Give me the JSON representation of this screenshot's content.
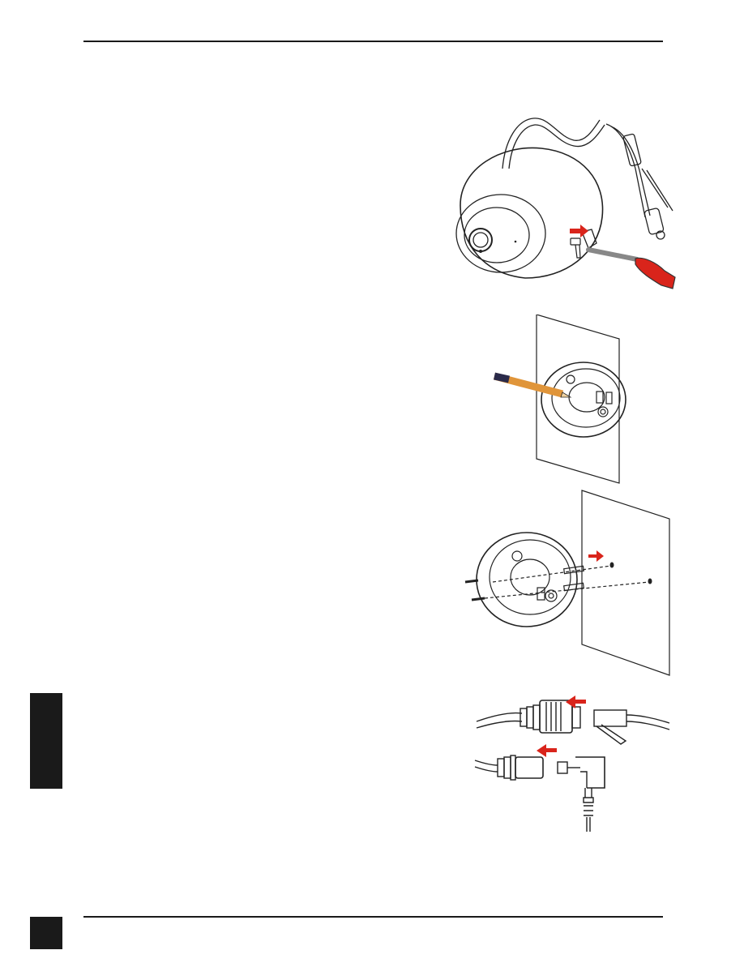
{
  "page": {
    "header_rule": "",
    "side_tab": "",
    "page_number": ""
  },
  "figures": [
    {
      "name": "detach-camera-from-base",
      "icon": "screwdriver-icon"
    },
    {
      "name": "mark-mounting-holes",
      "icon": "pencil-icon"
    },
    {
      "name": "mount-base-to-wall",
      "icon": "screw-anchor-icon"
    },
    {
      "name": "connect-cables",
      "icon": "connector-icon"
    }
  ],
  "colors": {
    "ink": "#1a1a1a",
    "arrow": "#d9241b",
    "handle": "#d9241b",
    "pencil": "#e0953a"
  }
}
